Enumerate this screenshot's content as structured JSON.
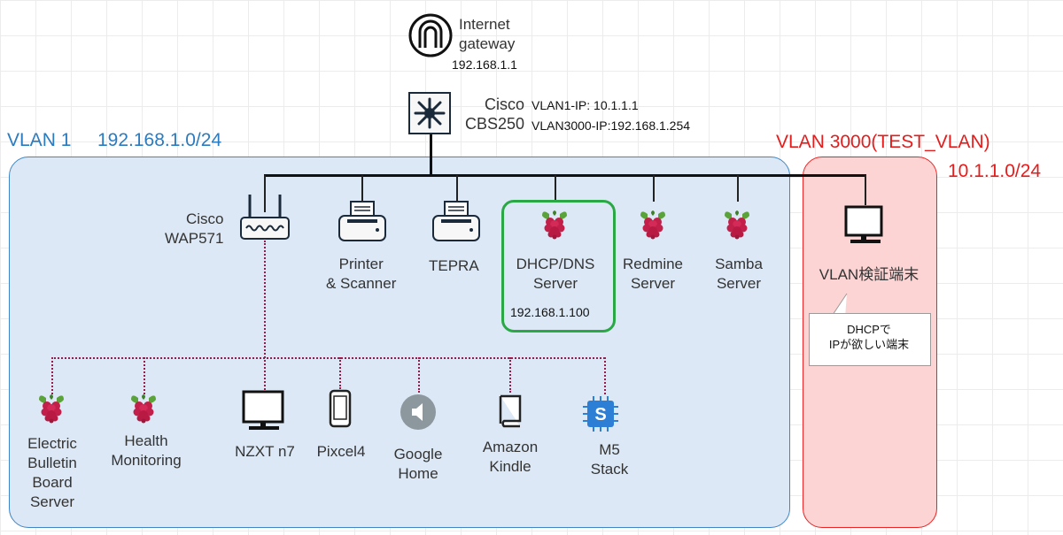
{
  "zones": {
    "vlan1": {
      "title": "VLAN 1",
      "subnet": "192.168.1.0/24",
      "color": "#2a7bc0",
      "fill": "#dce8f5"
    },
    "vlan3000": {
      "title": "VLAN 3000(TEST_VLAN)",
      "subnet": "10.1.1.0/24",
      "color": "#e51c1c",
      "fill": "#fdd4d4"
    }
  },
  "gateway": {
    "label": "Internet\ngateway",
    "ip": "192.168.1.1",
    "icon": "internet-gateway-icon"
  },
  "switch": {
    "label": "Cisco\nCBS250",
    "vlan1_ip": "VLAN1-IP: 10.1.1.1",
    "vlan3000_ip": "VLAN3000-IP:192.168.1.254",
    "icon": "switch-icon"
  },
  "devices": {
    "wap": {
      "label": "Cisco\nWAP571",
      "icon": "wireless-access-point-icon"
    },
    "printer": {
      "label": "Printer\n& Scanner",
      "icon": "printer-icon"
    },
    "tepra": {
      "label": "TEPRA",
      "icon": "printer-icon"
    },
    "dhcp": {
      "label": "DHCP/DNS\nServer",
      "ip": "192.168.1.100",
      "icon": "raspberry-pi-icon",
      "highlight": "#2aa846"
    },
    "redmine": {
      "label": "Redmine\nServer",
      "icon": "raspberry-pi-icon"
    },
    "samba": {
      "label": "Samba\nServer",
      "icon": "raspberry-pi-icon"
    },
    "vlan_test": {
      "label": "VLAN検証端末",
      "icon": "monitor-icon"
    }
  },
  "wireless_devices": {
    "bulletin": {
      "label": "Electric\nBulletin\nBoard\nServer",
      "icon": "raspberry-pi-icon"
    },
    "health": {
      "label": "Health\nMonitoring",
      "icon": "raspberry-pi-icon"
    },
    "nzxt": {
      "label": "NZXT n7",
      "icon": "monitor-icon"
    },
    "pixel": {
      "label": "Pixcel4",
      "icon": "smartphone-icon"
    },
    "google": {
      "label": "Google\nHome",
      "icon": "speaker-icon"
    },
    "kindle": {
      "label": "Amazon\nKindle",
      "icon": "book-icon"
    },
    "m5": {
      "label": "M5\nStack",
      "icon": "chip-icon"
    }
  },
  "callout": {
    "text": "DHCPで\nIPが欲しい端末"
  }
}
